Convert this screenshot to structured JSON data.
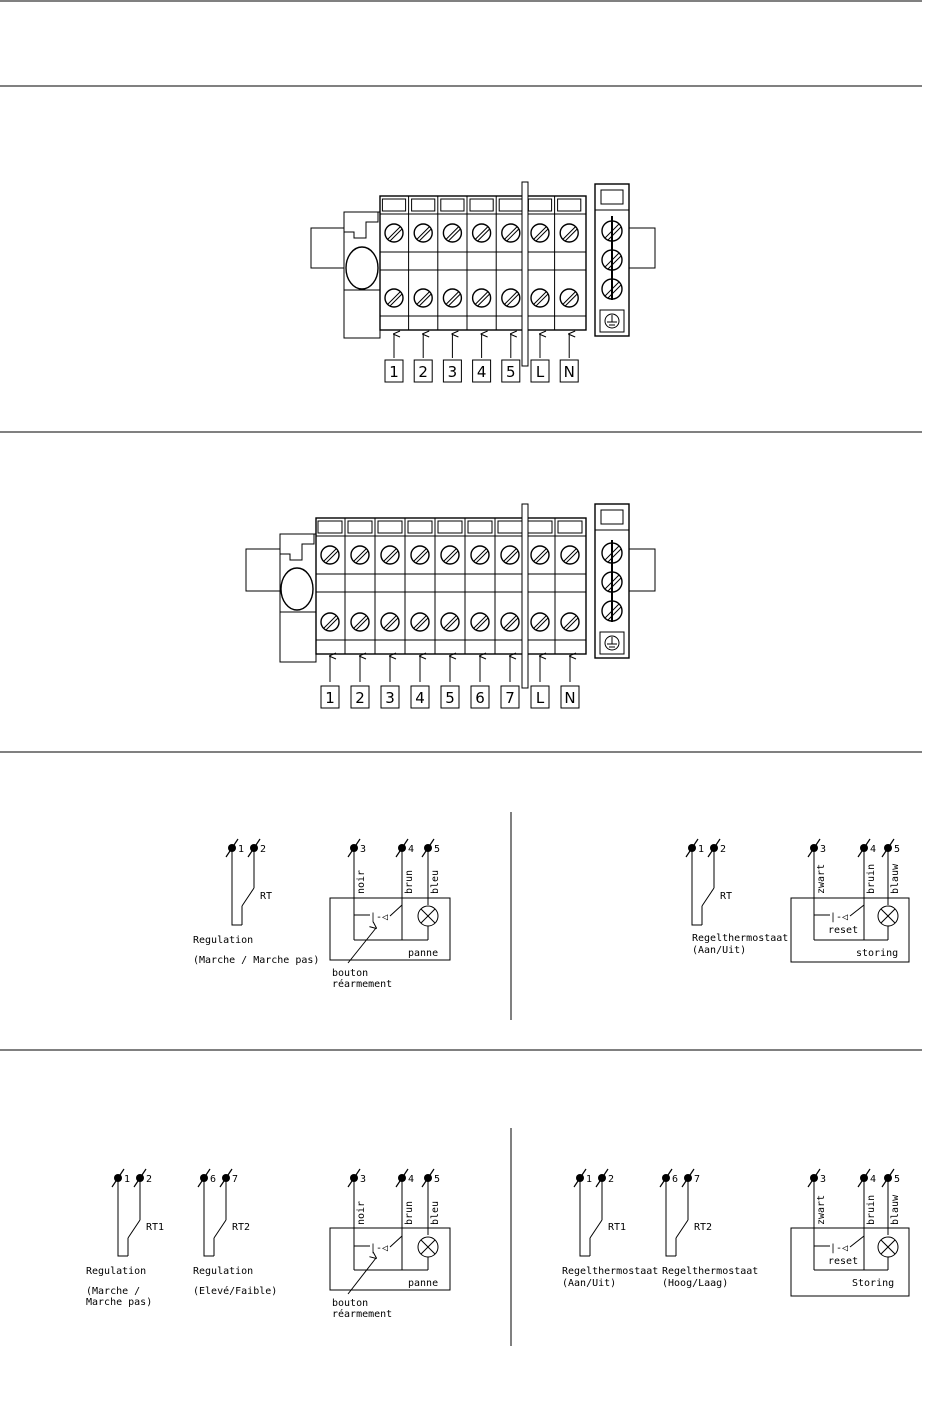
{
  "terminal_strip_5": {
    "labels": [
      "1",
      "2",
      "3",
      "4",
      "5",
      "L",
      "N"
    ]
  },
  "terminal_strip_7": {
    "labels": [
      "1",
      "2",
      "3",
      "4",
      "5",
      "6",
      "7",
      "L",
      "N"
    ]
  },
  "panel_fr_simple": {
    "t1": "1",
    "t2": "2",
    "t3": "3",
    "t4": "4",
    "t5": "5",
    "rt": "RT",
    "reg1": "Regulation",
    "reg2": "(Marche / Marche pas)",
    "w1": "noir",
    "w2": "brun",
    "w3": "bleu",
    "lamp": "panne",
    "reset1": "bouton",
    "reset2": "réarmement"
  },
  "panel_nl_simple": {
    "t1": "1",
    "t2": "2",
    "t3": "3",
    "t4": "4",
    "t5": "5",
    "rt": "RT",
    "reg1": "Regelthermostaat",
    "reg2": "(Aan/Uit)",
    "w1": "zwart",
    "w2": "bruin",
    "w3": "blauw",
    "reset": "reset",
    "lamp": "storing"
  },
  "panel_fr_double": {
    "t1": "1",
    "t2": "2",
    "t6": "6",
    "t7": "7",
    "t3": "3",
    "t4": "4",
    "t5": "5",
    "rt1": "RT1",
    "rt2": "RT2",
    "reg1a": "Regulation",
    "reg1b": "(Marche /",
    "reg1c": " Marche pas)",
    "reg2a": "Regulation",
    "reg2b": "(Elevé/Faible)",
    "w1": "noir",
    "w2": "brun",
    "w3": "bleu",
    "lamp": "panne",
    "reset1": "bouton",
    "reset2": "réarmement"
  },
  "panel_nl_double": {
    "t1": "1",
    "t2": "2",
    "t6": "6",
    "t7": "7",
    "t3": "3",
    "t4": "4",
    "t5": "5",
    "rt1": "RT1",
    "rt2": "RT2",
    "reg1a": "Regelthermostaat",
    "reg1b": "(Aan/Uit)",
    "reg2a": "Regelthermostaat",
    "reg2b": "(Hoog/Laag)",
    "w1": "zwart",
    "w2": "bruin",
    "w3": "blauw",
    "reset": "reset",
    "lamp": "Storing"
  }
}
